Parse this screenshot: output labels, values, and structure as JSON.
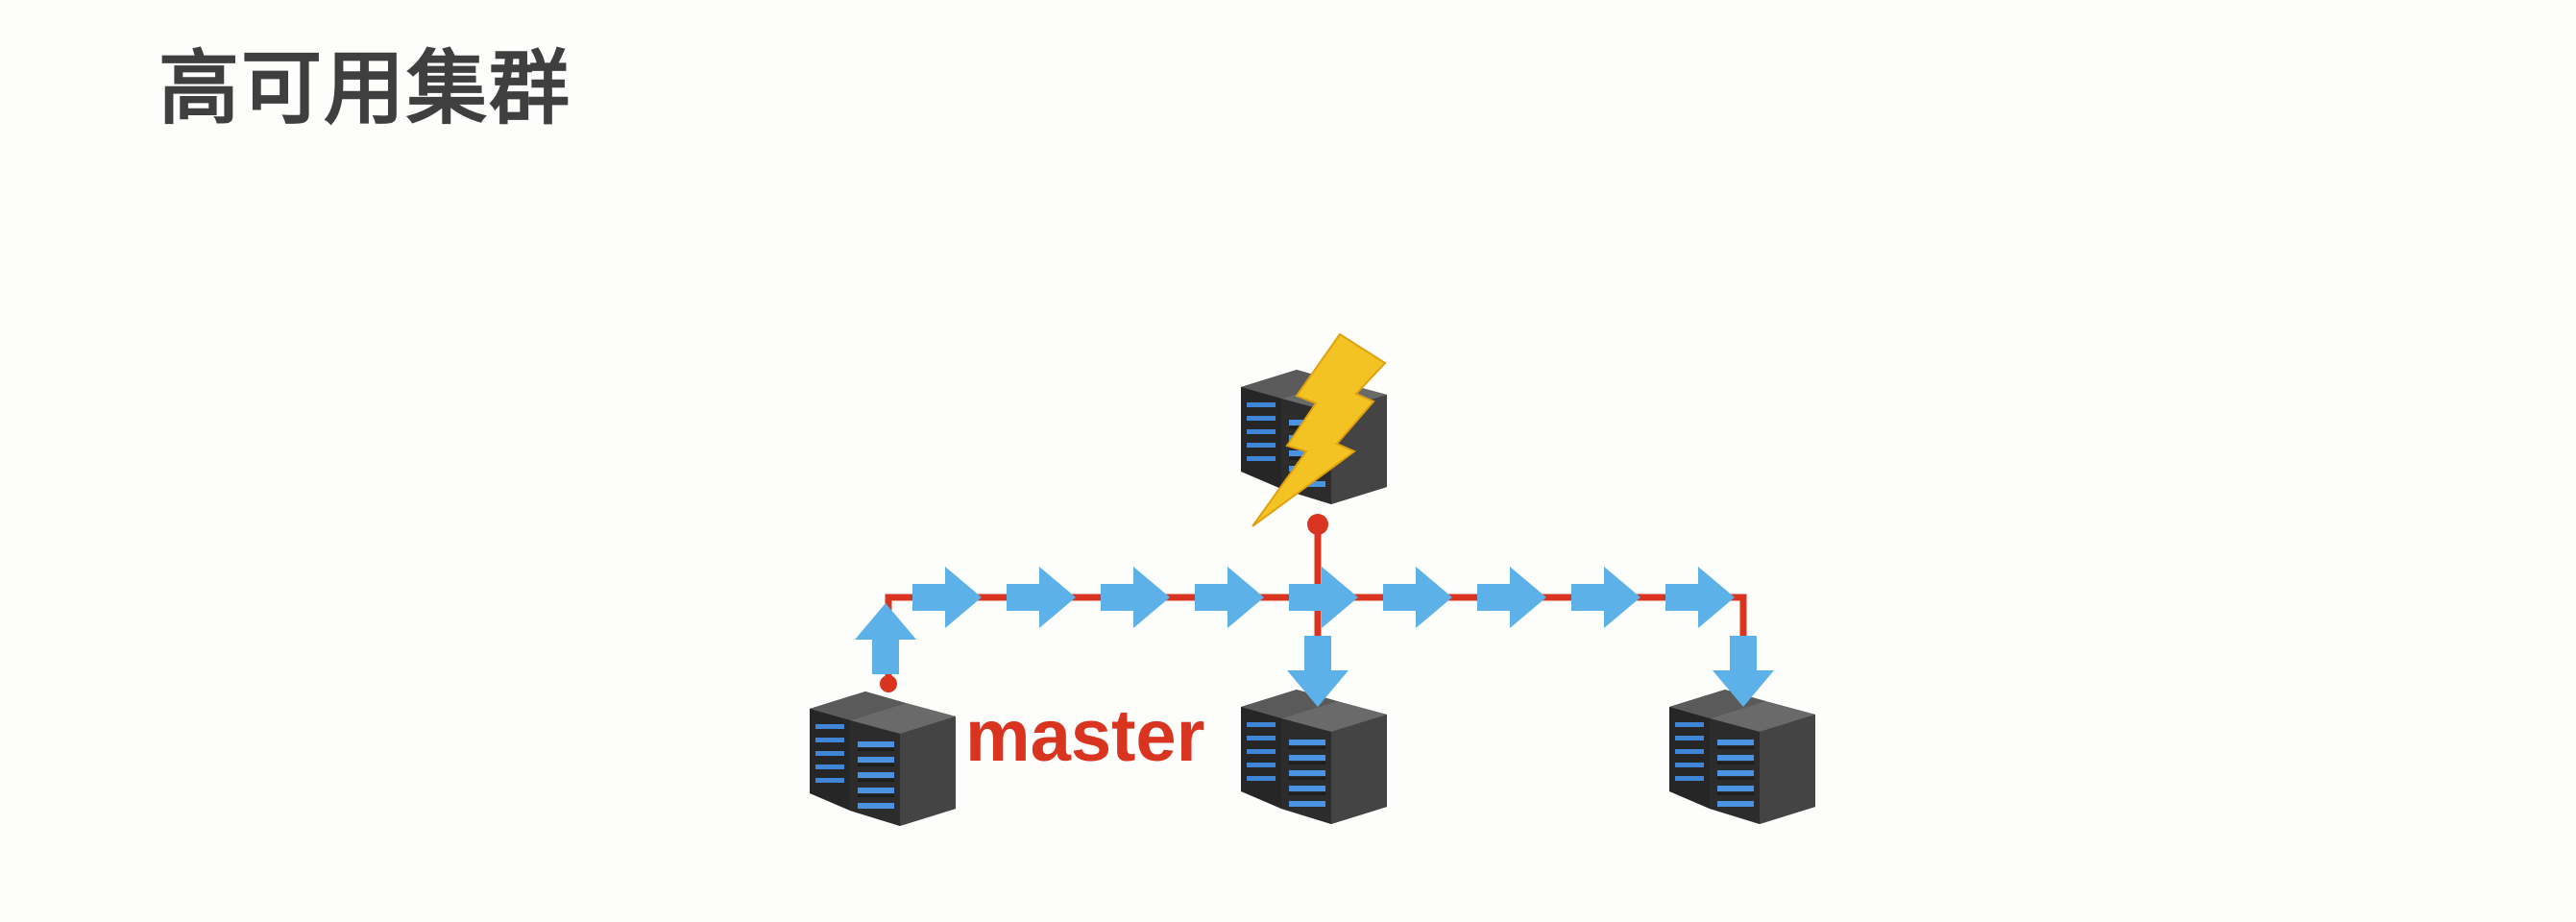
{
  "slide": {
    "title": "高可用集群"
  },
  "diagram": {
    "master_label": "master",
    "servers": [
      {
        "role": "master",
        "state": "active"
      },
      {
        "role": "failed",
        "state": "lightning-struck"
      },
      {
        "role": "replica",
        "state": "receiving"
      },
      {
        "role": "replica",
        "state": "receiving"
      }
    ],
    "colors": {
      "link": "#d93420",
      "flow_arrow": "#5cb1e8",
      "server_body": "#3a3a3a",
      "server_light": "#3f86d6",
      "lightning": "#f3c324",
      "title": "#3f3f3f"
    },
    "icons": [
      "server-rack-icon",
      "lightning-bolt-icon",
      "right-arrow-icon",
      "up-arrow-icon",
      "down-arrow-icon"
    ]
  }
}
